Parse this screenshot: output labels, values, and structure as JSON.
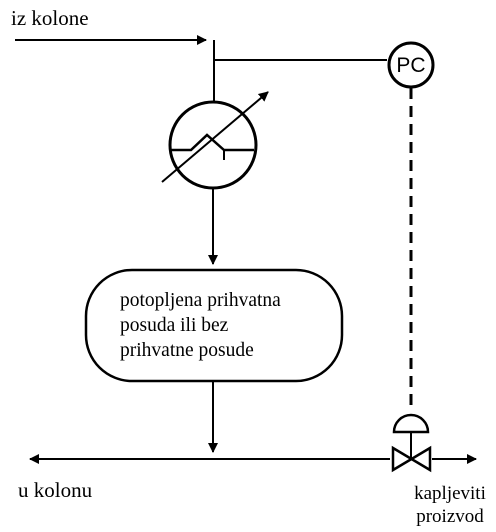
{
  "labels": {
    "from_column": "iz kolone",
    "to_column": "u kolonu",
    "liquid_product_line1": "kapljeviti",
    "liquid_product_line2": "proizvod"
  },
  "vessel": {
    "line1": "potopljena prihvatna",
    "line2": "posuda ili bez",
    "line3": "prihvatne posude"
  },
  "controller": {
    "tag": "PC"
  },
  "colors": {
    "line": "#000000",
    "background": "#ffffff"
  }
}
